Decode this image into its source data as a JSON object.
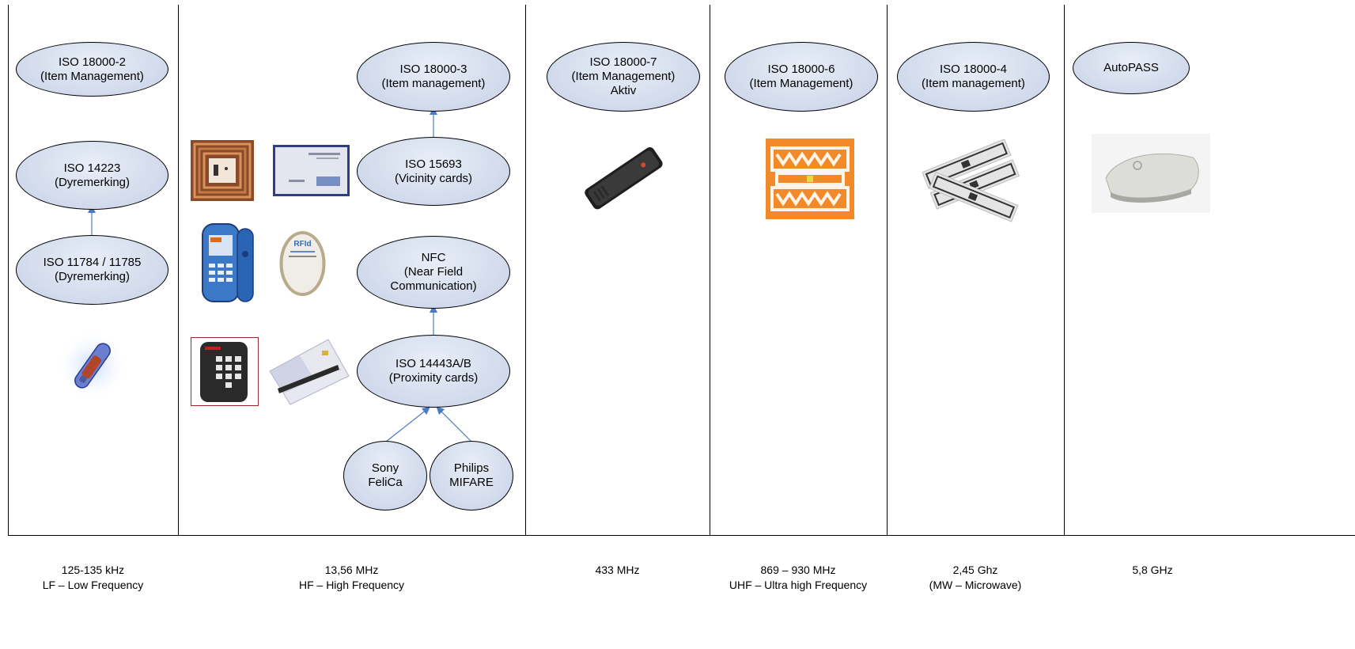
{
  "columns": [
    {
      "frequency": "125-135 kHz\nLF – Low Frequency"
    },
    {
      "frequency": "13,56 MHz\nHF – High Frequency"
    },
    {
      "frequency": "433 MHz"
    },
    {
      "frequency": "869 – 930 MHz\nUHF – Ultra high Frequency"
    },
    {
      "frequency": "2,45 Ghz\n(MW – Microwave)"
    },
    {
      "frequency": "5,8 GHz"
    }
  ],
  "standards": {
    "iso_18000_2": "ISO 18000-2\n(Item Management)",
    "iso_14223": "ISO 14223\n(Dyremerking)",
    "iso_11784": "ISO 11784 / 11785\n(Dyremerking)",
    "iso_18000_3": "ISO 18000-3\n(Item management)",
    "iso_15693": "ISO 15693\n(Vicinity cards)",
    "nfc": "NFC\n(Near Field\nCommunication)",
    "iso_14443": "ISO 14443A/B\n(Proximity cards)",
    "sony_felica": "Sony\nFeliCa",
    "philips_mifare": "Philips\nMIFARE",
    "iso_18000_7": "ISO 18000-7\n(Item Management)\nAktiv",
    "iso_18000_6": "ISO 18000-6\n(Item Management)",
    "iso_18000_4": "ISO 18000-4\n(Item management)",
    "autopass": "AutoPASS"
  },
  "images": {
    "animal_chip": "glass-capsule-implant-icon",
    "hf_coil_tag": "copper-coil-tag-icon",
    "ksw_temp_card": "ksw-tempsens-card-icon",
    "nokia_phone": "nfc-mobile-phone-icon",
    "rfid_disc": "rfid-disc-tag-icon",
    "keypad_reader": "keypad-reader-icon",
    "mifare_card": "mifare-card-icon",
    "active_tag": "active-433-tag-icon",
    "uhf_inlay": "uhf-inlay-tag-icon",
    "mw_labels": "microwave-label-tags-icon",
    "autopass_unit": "autopass-transponder-icon"
  },
  "colors": {
    "ellipse_fill": "#d6deee",
    "arrow": "#4a7ac4"
  }
}
